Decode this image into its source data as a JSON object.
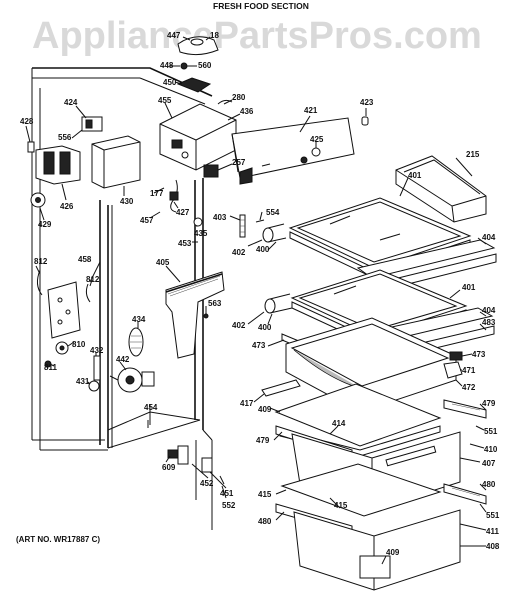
{
  "watermark": "AppliancePartsPros.com",
  "title": "FRESH FOOD SECTION",
  "art_number": "(ART NO. WR17887 C)",
  "callouts": {
    "c447": "447",
    "c18": "18",
    "c448": "448",
    "c560": "560",
    "c450": "450",
    "c280": "280",
    "c455": "455",
    "c436": "436",
    "c421": "421",
    "c423": "423",
    "c424": "424",
    "c428": "428",
    "c556": "556",
    "c425": "425",
    "c215": "215",
    "c257": "257",
    "c426": "426",
    "c430": "430",
    "c177": "177",
    "c427": "427",
    "c457": "457",
    "c435": "435",
    "c403": "403",
    "c554": "554",
    "c401a": "401",
    "c429": "429",
    "c453": "453",
    "c402a": "402",
    "c400a": "400",
    "c404a": "404",
    "c458": "458",
    "c812a": "812",
    "c812b": "812",
    "c405": "405",
    "c563": "563",
    "c401b": "401",
    "c404b": "404",
    "c483": "483",
    "c402b": "402",
    "c400b": "400",
    "c434": "434",
    "c473a": "473",
    "c473b": "473",
    "c810": "810",
    "c432": "432",
    "c442": "442",
    "c471": "471",
    "c811": "811",
    "c431": "431",
    "c472": "472",
    "c417": "417",
    "c409a": "409",
    "c479a": "479",
    "c454": "454",
    "c414": "414",
    "c551a": "551",
    "c410": "410",
    "c479b": "479",
    "c609": "609",
    "c407": "407",
    "c452": "452",
    "c451": "451",
    "c415a": "415",
    "c480a": "480",
    "c552": "552",
    "c415b": "415",
    "c551b": "551",
    "c480b": "480",
    "c411": "411",
    "c408": "408",
    "c409b": "409"
  }
}
